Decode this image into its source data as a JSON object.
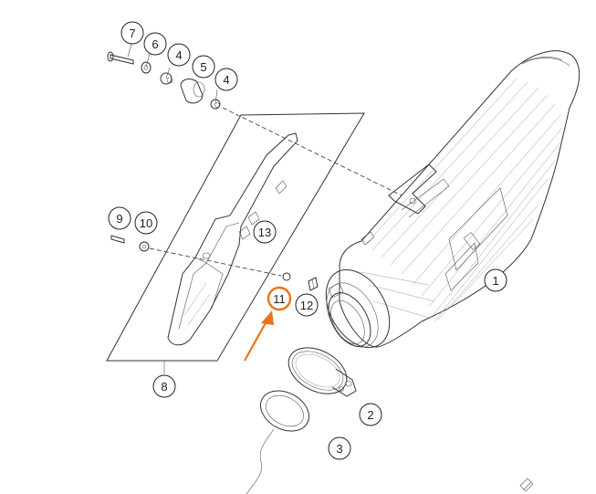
{
  "diagram": {
    "callouts": [
      {
        "id": "c1",
        "label": "1"
      },
      {
        "id": "c2",
        "label": "2"
      },
      {
        "id": "c3",
        "label": "3"
      },
      {
        "id": "c4a",
        "label": "4"
      },
      {
        "id": "c4b",
        "label": "4"
      },
      {
        "id": "c5",
        "label": "5"
      },
      {
        "id": "c6",
        "label": "6"
      },
      {
        "id": "c7",
        "label": "7"
      },
      {
        "id": "c8",
        "label": "8"
      },
      {
        "id": "c9",
        "label": "9"
      },
      {
        "id": "c10",
        "label": "10"
      },
      {
        "id": "c11",
        "label": "11"
      },
      {
        "id": "c12",
        "label": "12"
      },
      {
        "id": "c13",
        "label": "13"
      }
    ],
    "highlight": {
      "callout": "11",
      "color": "#e8731c"
    },
    "line_color": "#333333"
  }
}
